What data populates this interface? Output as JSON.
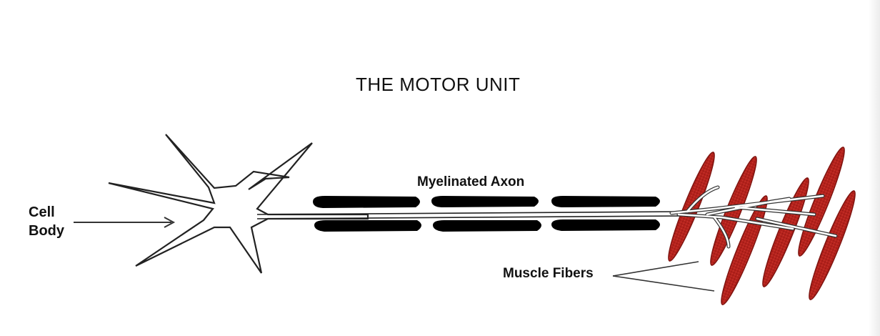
{
  "diagram": {
    "title": "THE MOTOR UNIT",
    "labels": {
      "cell_body_line1": "Cell",
      "cell_body_line2": "Body",
      "myelinated_axon": "Myelinated Axon",
      "muscle_fibers": "Muscle Fibers"
    },
    "colors": {
      "muscle_fiber": "#b5221c",
      "myelin_sheath": "#000000",
      "outline": "#222222",
      "background": "#ffffff"
    }
  }
}
